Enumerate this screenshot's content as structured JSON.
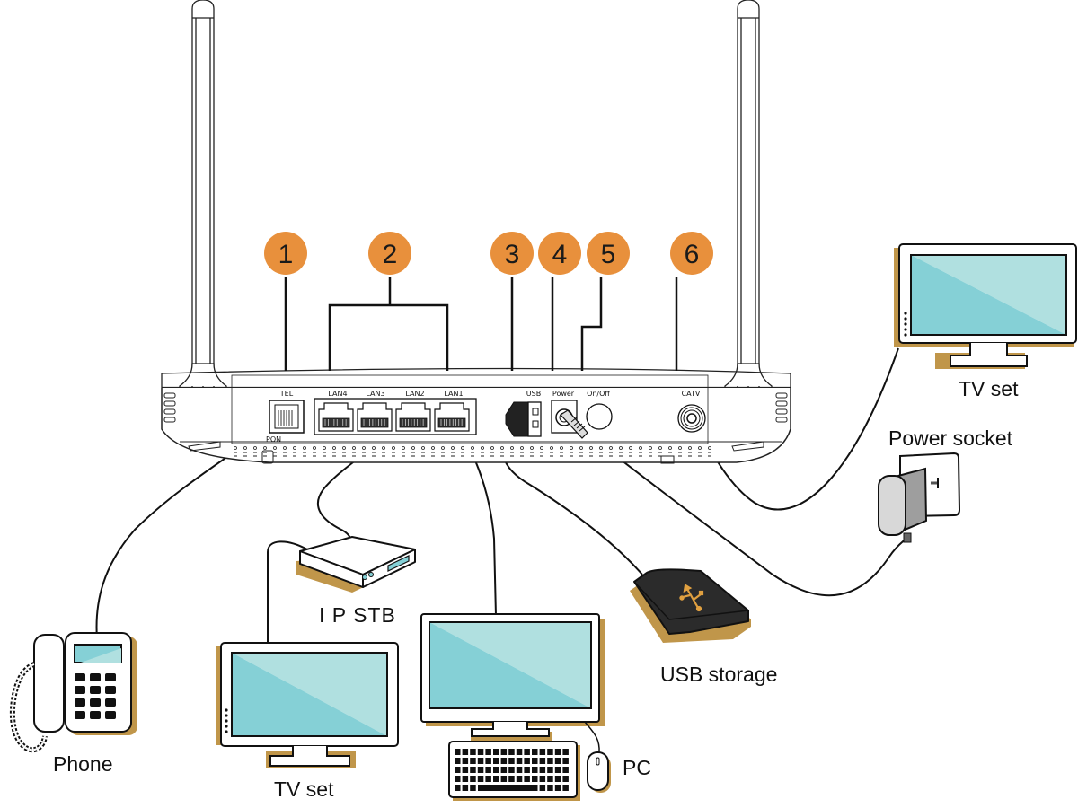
{
  "diagram": {
    "title": "Router rear panel connection diagram",
    "colors": {
      "badge": "#E8903C",
      "shadow": "#C0964A",
      "screen_dark": "#85D0D6",
      "screen_light": "#B0E0E0",
      "usb_device": "#2B2B2B",
      "usb_symbol": "#E0A040",
      "adapter": "#BDBDBD"
    },
    "callouts": [
      {
        "number": "1",
        "target": "TEL"
      },
      {
        "number": "2",
        "target": "LAN1-LAN4"
      },
      {
        "number": "3",
        "target": "USB"
      },
      {
        "number": "4",
        "target": "Power"
      },
      {
        "number": "5",
        "target": "On/Off"
      },
      {
        "number": "6",
        "target": "CATV"
      }
    ],
    "ports": {
      "tel": "TEL",
      "pon": "PON",
      "lan4": "LAN4",
      "lan3": "LAN3",
      "lan2": "LAN2",
      "lan1": "LAN1",
      "usb": "USB",
      "power": "Power",
      "onoff": "On/Off",
      "catv": "CATV"
    },
    "devices": {
      "tv_right": "TV set",
      "power_socket": "Power socket",
      "phone": "Phone",
      "ip_stb": "I P STB",
      "tv_bottom": "TV set",
      "pc": "PC",
      "usb_storage": "USB storage"
    }
  }
}
